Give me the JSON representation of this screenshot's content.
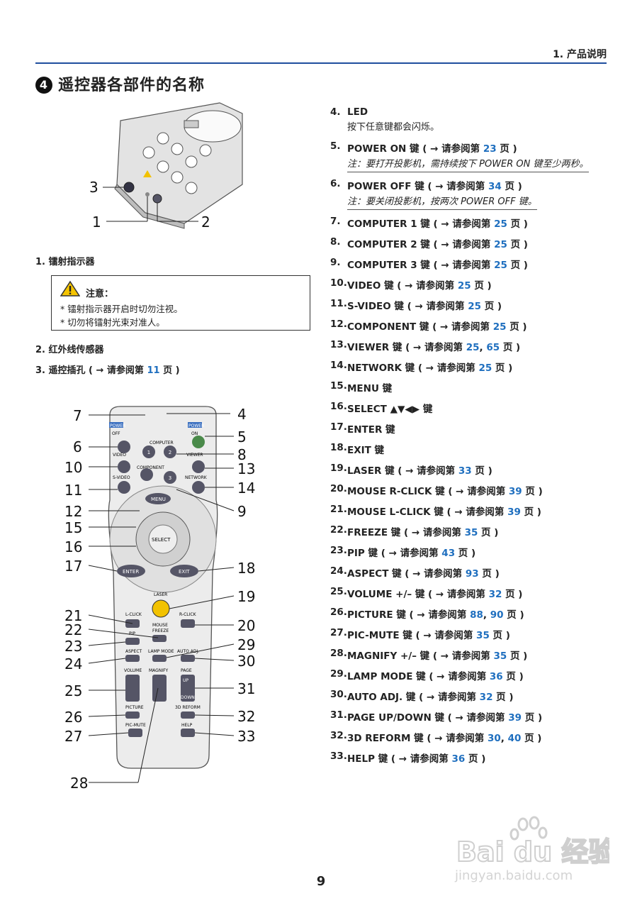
{
  "header": {
    "chapter": "1. 产品说明"
  },
  "section": {
    "number": "4",
    "title": "遥控器各部件的名称"
  },
  "left_items": [
    {
      "label": "1.  镭射指示器"
    },
    {
      "label": "2.  红外线传感器"
    },
    {
      "label_pre": "3.  遥控插孔 ( → 请参阅第 ",
      "page": "11",
      "label_post": " 页 )"
    }
  ],
  "caution": {
    "title": "注意：",
    "lines": [
      "* 镭射指示器开启时切勿注视。",
      "* 切勿将镭射光束对准人。"
    ]
  },
  "right_items": [
    {
      "n": "4.",
      "text": "LED",
      "sub": "按下任意键都会闪烁。",
      "sub_style": "plain"
    },
    {
      "n": "5.",
      "pre": "POWER ON 键 ( → 请参阅第 ",
      "pages": [
        "23"
      ],
      "post": " 页 )",
      "sub": "注：要打开投影机，需持续按下 POWER ON 键至少两秒。",
      "sub_style": "italic"
    },
    {
      "n": "6.",
      "pre": "POWER OFF 键 ( → 请参阅第 ",
      "pages": [
        "34"
      ],
      "post": " 页 )",
      "sub": "注：要关闭投影机，按两次 POWER OFF 键。",
      "sub_style": "italic"
    },
    {
      "n": "7.",
      "pre": "COMPUTER 1 键 ( → 请参阅第 ",
      "pages": [
        "25"
      ],
      "post": " 页 )"
    },
    {
      "n": "8.",
      "pre": "COMPUTER 2 键 ( → 请参阅第 ",
      "pages": [
        "25"
      ],
      "post": " 页 )"
    },
    {
      "n": "9.",
      "pre": "COMPUTER 3 键 ( → 请参阅第 ",
      "pages": [
        "25"
      ],
      "post": " 页 )"
    },
    {
      "n": "10.",
      "pre": "VIDEO 键 ( → 请参阅第 ",
      "pages": [
        "25"
      ],
      "post": " 页 )"
    },
    {
      "n": "11.",
      "pre": "S-VIDEO 键 ( → 请参阅第 ",
      "pages": [
        "25"
      ],
      "post": " 页 )"
    },
    {
      "n": "12.",
      "pre": "COMPONENT 键 ( → 请参阅第 ",
      "pages": [
        "25"
      ],
      "post": " 页 )"
    },
    {
      "n": "13.",
      "pre": "VIEWER 键 ( → 请参阅第 ",
      "pages": [
        "25",
        "65"
      ],
      "post": " 页 )"
    },
    {
      "n": "14.",
      "pre": "NETWORK 键 ( → 请参阅第 ",
      "pages": [
        "25"
      ],
      "post": " 页 )"
    },
    {
      "n": "15.",
      "text": "MENU 键"
    },
    {
      "n": "16.",
      "text": "SELECT ▲▼◀▶ 键"
    },
    {
      "n": "17.",
      "text": "ENTER 键"
    },
    {
      "n": "18.",
      "text": "EXIT 键"
    },
    {
      "n": "19.",
      "pre": "LASER 键 ( → 请参阅第 ",
      "pages": [
        "33"
      ],
      "post": " 页 )"
    },
    {
      "n": "20.",
      "pre": "MOUSE R-CLICK 键 ( → 请参阅第 ",
      "pages": [
        "39"
      ],
      "post": " 页 )"
    },
    {
      "n": "21.",
      "pre": "MOUSE L-CLICK 键 ( → 请参阅第 ",
      "pages": [
        "39"
      ],
      "post": " 页 )"
    },
    {
      "n": "22.",
      "pre": "FREEZE 键 ( → 请参阅第 ",
      "pages": [
        "35"
      ],
      "post": " 页 )"
    },
    {
      "n": "23.",
      "pre": "PIP 键 ( → 请参阅第 ",
      "pages": [
        "43"
      ],
      "post": " 页 )"
    },
    {
      "n": "24.",
      "pre": "ASPECT 键 ( → 请参阅第 ",
      "pages": [
        "93"
      ],
      "post": " 页 )"
    },
    {
      "n": "25.",
      "pre": "VOLUME +/– 键 ( → 请参阅第 ",
      "pages": [
        "32"
      ],
      "post": " 页 )"
    },
    {
      "n": "26.",
      "pre": "PICTURE 键 ( → 请参阅第 ",
      "pages": [
        "88",
        "90"
      ],
      "post": " 页 )"
    },
    {
      "n": "27.",
      "pre": "PIC-MUTE 键 ( → 请参阅第 ",
      "pages": [
        "35"
      ],
      "post": " 页 )"
    },
    {
      "n": "28.",
      "pre": "MAGNIFY +/– 键 ( → 请参阅第 ",
      "pages": [
        "35"
      ],
      "post": " 页 )"
    },
    {
      "n": "29.",
      "pre": "LAMP MODE 键 ( → 请参阅第 ",
      "pages": [
        "36"
      ],
      "post": " 页 )"
    },
    {
      "n": "30.",
      "pre": "AUTO ADJ. 键 ( → 请参阅第 ",
      "pages": [
        "32"
      ],
      "post": " 页 )"
    },
    {
      "n": "31.",
      "pre": "PAGE UP/DOWN 键 ( → 请参阅第 ",
      "pages": [
        "39"
      ],
      "post": " 页 )"
    },
    {
      "n": "32.",
      "pre": "3D REFORM 键 ( → 请参阅第 ",
      "pages": [
        "30",
        "40"
      ],
      "post": " 页 )"
    },
    {
      "n": "33.",
      "pre": "HELP 键 ( → 请参阅第 ",
      "pages": [
        "36"
      ],
      "post": " 页 )"
    }
  ],
  "remote_labels": {
    "power_off": [
      "POWER",
      "OFF"
    ],
    "power_on": [
      "POWER",
      "ON"
    ],
    "computer": "COMPUTER",
    "video": "VIDEO",
    "component": "COMPONENT",
    "viewer": "VIEWER",
    "svideo": "S-VIDEO",
    "network": "NETWORK",
    "menu": "MENU",
    "select": "SELECT",
    "enter": "ENTER",
    "exit": "EXIT",
    "laser": "LASER",
    "lclick": "L-CLICK",
    "rclick": "R-CLICK",
    "mouse": "MOUSE",
    "pip": "PIP",
    "freeze": "FREEZE",
    "aspect": "ASPECT",
    "lampmode": "LAMP MODE",
    "autoadj": "AUTO ADJ.",
    "volume": "VOLUME",
    "magnify": "MAGNIFY",
    "page": "PAGE",
    "up": "UP",
    "down": "DOWN",
    "picture": "PICTURE",
    "reform": "3D REFORM",
    "picmute": "PIC-MUTE",
    "help": "HELP",
    "btn1": "1",
    "btn2": "2",
    "btn3": "3"
  },
  "top_callouts": [
    "3",
    "1",
    "2"
  ],
  "remote_callouts": [
    "7",
    "4",
    "6",
    "5",
    "8",
    "10",
    "13",
    "11",
    "14",
    "12",
    "9",
    "15",
    "16",
    "17",
    "18",
    "19",
    "21",
    "20",
    "22",
    "23",
    "29",
    "24",
    "30",
    "25",
    "31",
    "26",
    "32",
    "27",
    "33",
    "28"
  ],
  "page_number": "9",
  "watermark": {
    "logo": "Bai du 经验",
    "url": "jingyan.baidu.com"
  }
}
